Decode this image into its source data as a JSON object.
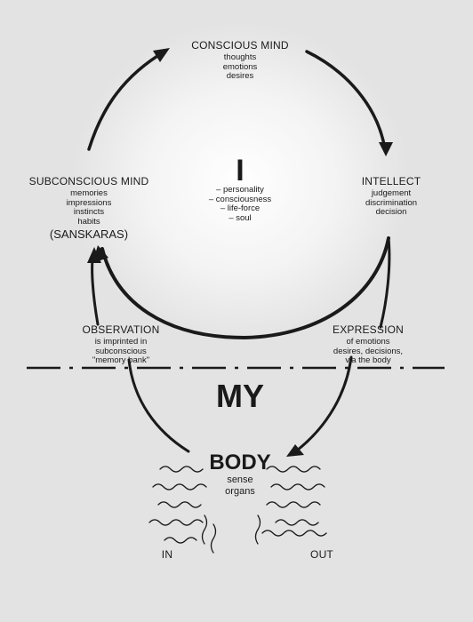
{
  "conscious": {
    "title": "CONSCIOUS MIND",
    "lines": [
      "thoughts",
      "emotions",
      "desires"
    ]
  },
  "self": {
    "symbol": "I",
    "lines": [
      "– personality",
      "– consciousness",
      "– life-force",
      "– soul"
    ]
  },
  "subconscious": {
    "title": "SUBCONSCIOUS MIND",
    "lines": [
      "memories",
      "impressions",
      "instincts",
      "habits"
    ],
    "note": "(SANSKARAS)"
  },
  "intellect": {
    "title": "INTELLECT",
    "lines": [
      "judgement",
      "discrimination",
      "decision"
    ]
  },
  "observation": {
    "title": "OBSERVATION",
    "lines": [
      "is imprinted in",
      "subconscious",
      "\"memory bank\""
    ]
  },
  "expression": {
    "title": "EXPRESSION",
    "lines": [
      "of emotions",
      "desires, decisions,",
      "via the body"
    ]
  },
  "my": "MY",
  "body": {
    "title": "BODY",
    "lines": [
      "sense",
      "organs"
    ]
  },
  "in_label": "IN",
  "out_label": "OUT",
  "colors": {
    "ink": "#1a1a1a",
    "background": "#e3e3e3",
    "glow": "#ffffff"
  }
}
